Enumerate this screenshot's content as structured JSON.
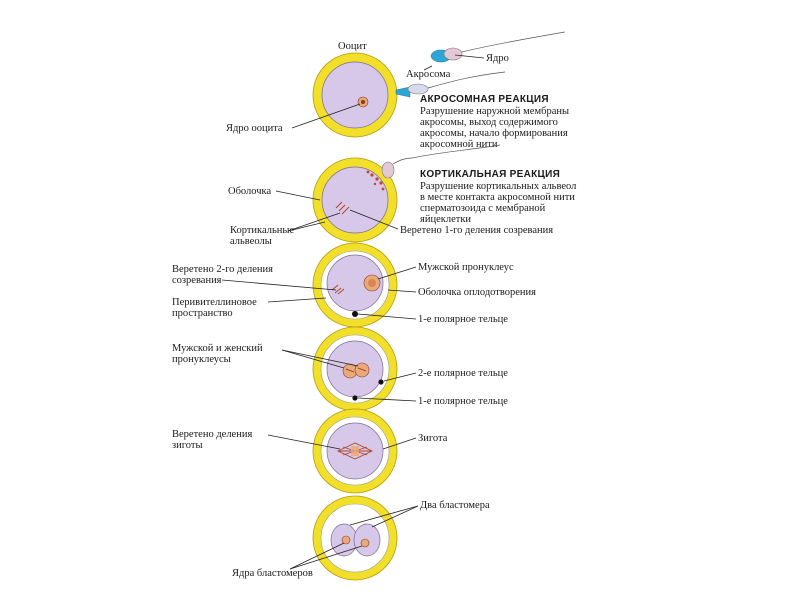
{
  "colors": {
    "zona": "#f2df2a",
    "zona_edge": "#b59a10",
    "cytoplasm": "#d7c7e8",
    "cyto_edge": "#7a6a98",
    "nucleus": "#e9a97a",
    "perivitelline": "#ffffff",
    "acrosome": "#2ea6d8"
  },
  "stage1": {
    "title": "Ооцит",
    "nucleus_label": "Ядро ооцита",
    "sperm_nucleus": "Ядро",
    "acrosome": "Акросома",
    "reaction_title": "АКРОСОМНАЯ РЕАКЦИЯ",
    "reaction_text": [
      "Разрушение наружной мембраны",
      "акросомы, выход содержимого",
      "акросомы, начало формирования",
      "акросомной нити"
    ]
  },
  "stage2": {
    "membrane": "Оболочка",
    "alveoli": [
      "Кортикальные",
      "альвеолы"
    ],
    "reaction_title": "КОРТИКАЛЬНАЯ РЕАКЦИЯ",
    "reaction_text": [
      "Разрушение кортикальных альвеол",
      "в месте контакта акросомной нити",
      "сперматозоида с мембраной",
      "яйцеклетки"
    ],
    "spindle1": "Веретено 1-го деления созревания"
  },
  "stage3": {
    "spindle2": [
      "Веретено 2-го деления",
      "созревания"
    ],
    "perivitelline": [
      "Перивителлиновое",
      "пространство"
    ],
    "male_pronucleus": "Мужской пронуклеус",
    "fertilization_membrane": "Оболочка оплодотворения",
    "polar_body1": "1-е полярное тельце"
  },
  "stage4": {
    "pronuclei": [
      "Мужской и женский",
      "пронуклеусы"
    ],
    "polar_body2": "2-е полярное тельце",
    "polar_body1": "1-е полярное тельце"
  },
  "stage5": {
    "zygote_spindle": [
      "Веретено деления",
      "зиготы"
    ],
    "zygote": "Зигота"
  },
  "stage6": {
    "blastomeres": "Два бластомера",
    "blastomere_nuclei": "Ядра бластомеров"
  }
}
